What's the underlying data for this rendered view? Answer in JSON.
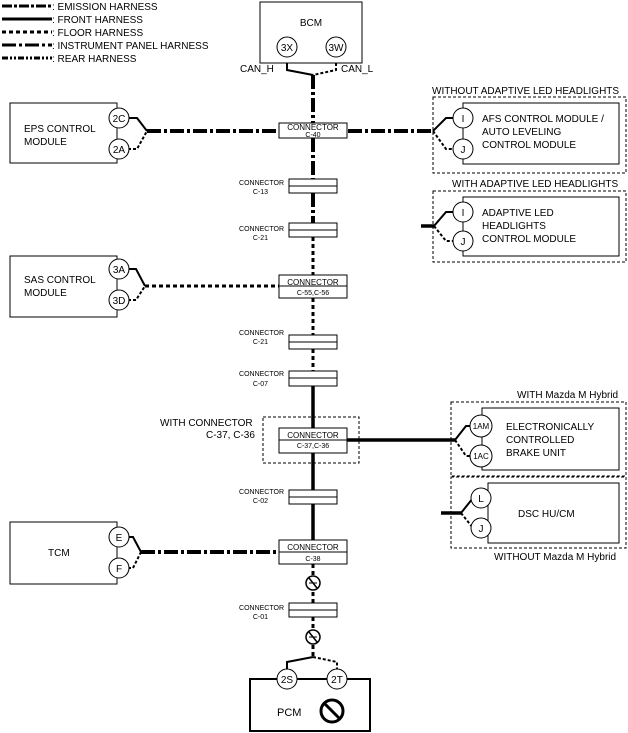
{
  "legend": {
    "emission": ": EMISSION HARNESS",
    "front": ": FRONT HARNESS",
    "floor": ": FLOOR HARNESS",
    "instrument": ": INSTRUMENT PANEL HARNESS",
    "rear": ": REAR HARNESS"
  },
  "bcm": {
    "name": "BCM",
    "pin_left": "3X",
    "pin_right": "3W",
    "can_h": "CAN_H",
    "can_l": "CAN_L"
  },
  "eps": {
    "name_line1": "EPS CONTROL",
    "name_line2": "MODULE",
    "pin_top": "2C",
    "pin_bottom": "2A"
  },
  "sas": {
    "name_line1": "SAS CONTROL",
    "name_line2": "MODULE",
    "pin_top": "3A",
    "pin_bottom": "3D"
  },
  "tcm": {
    "name": "TCM",
    "pin_top": "E",
    "pin_bottom": "F"
  },
  "pcm": {
    "name": "PCM",
    "pin_left": "2S",
    "pin_right": "2T"
  },
  "afs": {
    "group_label": "WITHOUT ADAPTIVE LED HEADLIGHTS",
    "line1": "AFS CONTROL MODULE /",
    "line2": "AUTO LEVELING",
    "line3": "CONTROL MODULE",
    "pin_top": "I",
    "pin_bottom": "J"
  },
  "adaptive": {
    "group_label": "WITH ADAPTIVE LED HEADLIGHTS",
    "line1": "ADAPTIVE LED",
    "line2": "HEADLIGHTS",
    "line3": "CONTROL MODULE",
    "pin_top": "I",
    "pin_bottom": "J"
  },
  "ecb": {
    "group_label": "WITH Mazda M Hybrid",
    "line1": "ELECTRONICALLY",
    "line2": "CONTROLLED",
    "line3": "BRAKE UNIT",
    "pin_top": "1AM",
    "pin_bottom": "1AC"
  },
  "dsc": {
    "group_label": "WITHOUT Mazda M Hybrid",
    "name": "DSC HU/CM",
    "pin_top": "L",
    "pin_bottom": "J"
  },
  "connectors": {
    "word": "CONNECTOR",
    "c40": "C-40",
    "c13": "C-13",
    "c21a": "C-21",
    "c5556": "C-55,C-56",
    "c21b": "C-21",
    "c07": "C-07",
    "c3736": "C-37,C-36",
    "c3736_note_line1": "WITH CONNECTOR",
    "c3736_note_line2": "C-37, C-36",
    "c02": "C-02",
    "c38": "C-38",
    "c01": "C-01"
  }
}
